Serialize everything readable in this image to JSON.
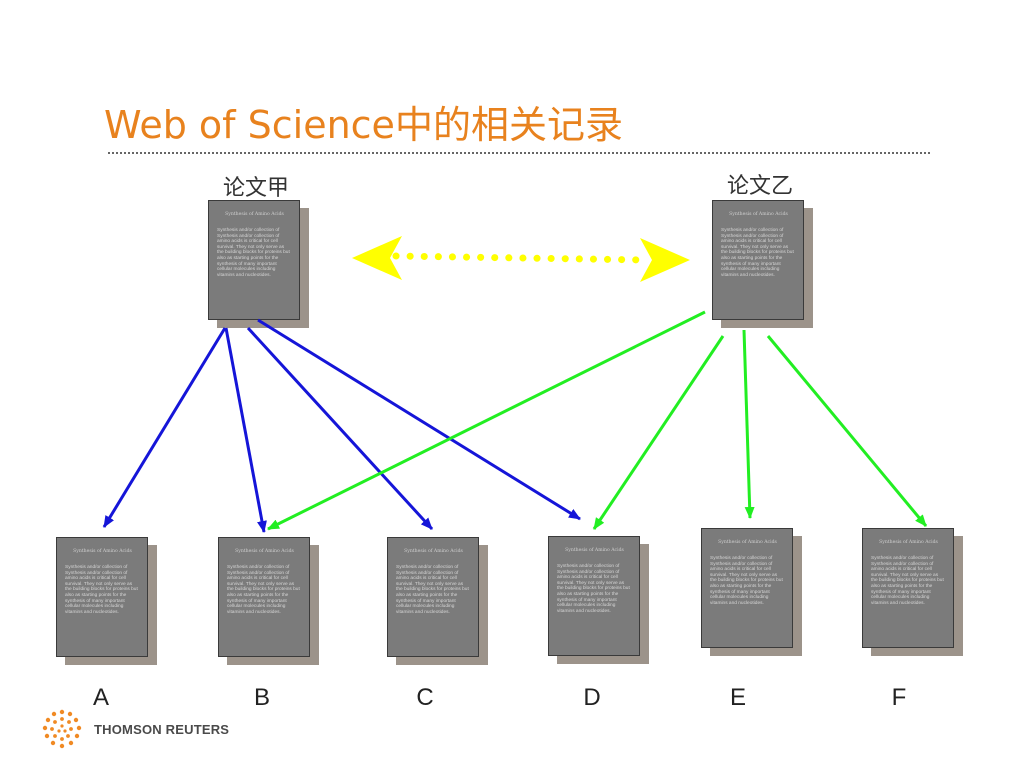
{
  "title": "Web of Science中的相关记录",
  "papers": {
    "a": "论文甲",
    "b": "论文乙"
  },
  "doc_heading": "Synthesis of Amino Acids",
  "doc_body": "Synthesis and/or collection of Synthesis and/or collection of amino acids is critical for cell survival. They not only serve as the building blocks for proteins but also as starting points for the synthesis of many important cellular molecules including vitamins and nucleotides.",
  "records": [
    "A",
    "B",
    "C",
    "D",
    "E",
    "F"
  ],
  "colors": {
    "title": "#e8821e",
    "citation_a": "#1515d8",
    "citation_b": "#22ee22",
    "related": "#ffff00"
  },
  "logo": {
    "text": "THOMSON REUTERS"
  }
}
